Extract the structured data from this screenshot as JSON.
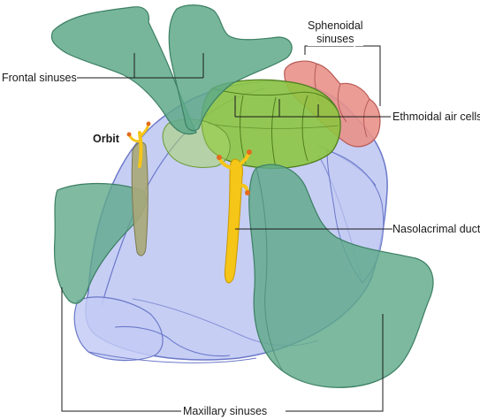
{
  "labels": {
    "frontal": "Frontal sinuses",
    "sphenoidal": "Sphenoidal\nsinuses",
    "ethmoidal": "Ethmoidal air cells",
    "orbit": "Orbit",
    "nasolacrimal": "Nasolacrimal duct",
    "maxillary": "Maxillary sinuses"
  },
  "colors": {
    "frontal_sinus": "#5fa98a",
    "maxillary_sinus": "#5fa98a",
    "ethmoidal_air_cells": "#8cc63f",
    "sphenoidal_sinus": "#e8918a",
    "nasal_cavity": "#b3bdf0",
    "nasal_cavity_outline": "#6b78c9",
    "nasolacrimal_duct": "#f5c518",
    "orbit_canal": "#a9a878",
    "leader_line": "#1a1a1a"
  }
}
